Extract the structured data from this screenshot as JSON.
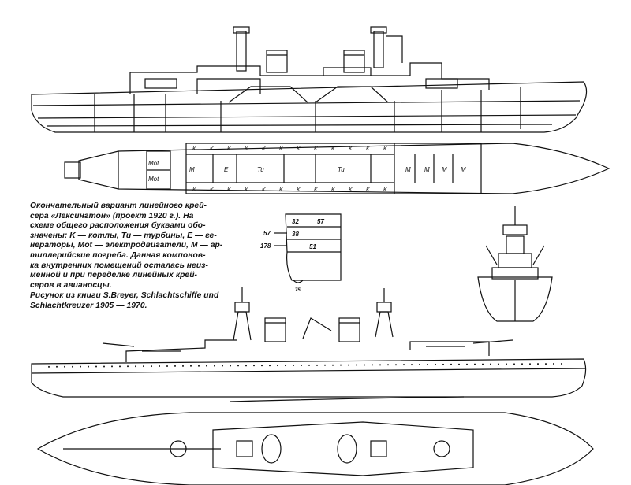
{
  "caption": {
    "line1": "Окончательный вариант линейного крей-",
    "line2": "сера «Лексингтон» (проект 1920 г.). На",
    "line3": "схеме общего расположения буквами обо-",
    "line4": "значены: K — котлы, Tu — турбины, E — ге-",
    "line5": "нераторы, Mot — электродвигатели, M — ар-",
    "line6": "тиллерийские погреба. Данная компонов-",
    "line7": "ка внутренних помещений осталась неиз-",
    "line8": "менной и при переделке линейных крей-",
    "line9": "серов в авианосцы.",
    "source1": "Рисунок из книги S.Breyer, Schlachtschiffe und",
    "source2": "Schlachtkreuzer 1905 — 1970."
  },
  "plan_labels": {
    "mot": "Mot",
    "m": "M",
    "e": "E",
    "tu": "Tu",
    "k": "K"
  },
  "section_labels": {
    "d57": "57",
    "d178": "178",
    "a32": "32",
    "a38": "38",
    "a57": "57",
    "a51": "51",
    "a75": "75"
  },
  "colors": {
    "ink": "#111111",
    "paper": "#ffffff"
  }
}
